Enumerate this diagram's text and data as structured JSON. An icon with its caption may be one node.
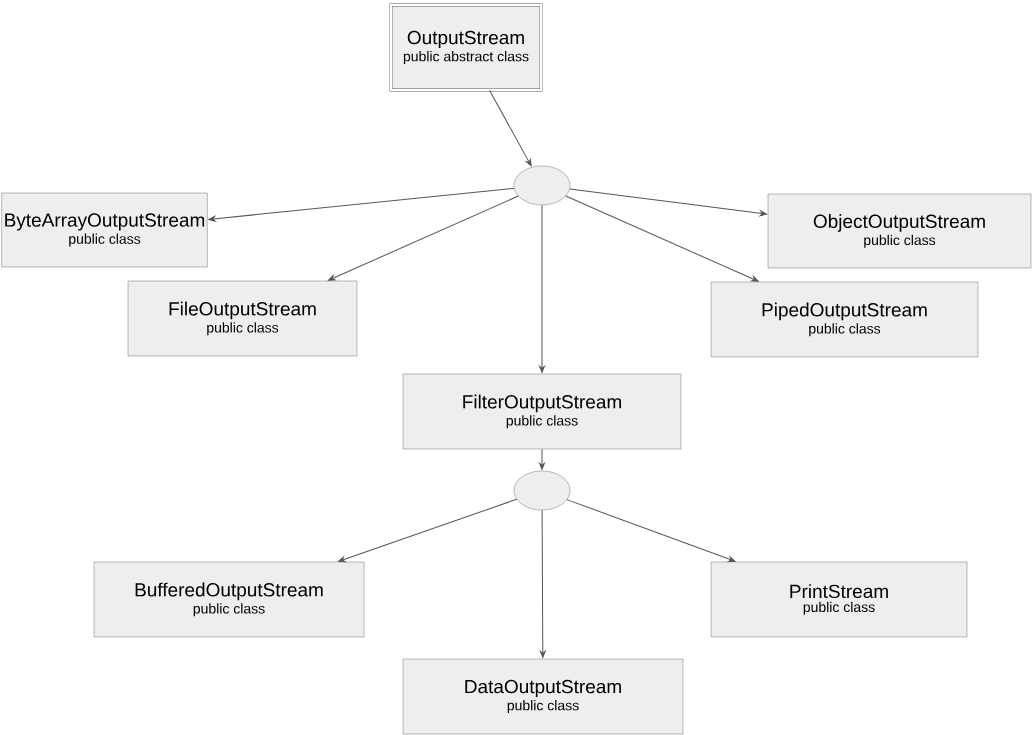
{
  "diagram": {
    "nodes": [
      {
        "text": [
          "OutputStream",
          "public abstract class"
        ]
      },
      {
        "text": [],
        "shape": "circle"
      },
      {
        "text": [
          "ByteArrayOutputStream",
          "public class"
        ]
      },
      {
        "text": [
          "ObjectOutputStream",
          "public class"
        ]
      },
      {
        "text": [
          "FileOutputStream",
          "public class"
        ]
      },
      {
        "text": [
          "PipedOutputStream",
          "public class"
        ]
      },
      {
        "text": [
          "FilterOutputStream",
          "public class"
        ]
      },
      {
        "text": [],
        "shape": "circle"
      },
      {
        "text": [
          "BufferedOutputStream",
          "public class"
        ]
      },
      {
        "text": [
          "PrintStream",
          "public class"
        ]
      },
      {
        "text": [
          "DataOutputStream",
          "public class"
        ]
      }
    ],
    "edges": [
      {
        "from": 0,
        "to": 1,
        "arrow": "to"
      },
      {
        "from": 1,
        "to": 2,
        "arrow": "to"
      },
      {
        "from": 1,
        "to": 3,
        "arrow": "to"
      },
      {
        "from": 1,
        "to": 4,
        "arrow": "to"
      },
      {
        "from": 1,
        "to": 5,
        "arrow": "to"
      },
      {
        "from": 1,
        "to": 6,
        "arrow": "to"
      },
      {
        "from": 6,
        "to": 7,
        "arrow": "to"
      },
      {
        "from": 7,
        "to": 8,
        "arrow": "to"
      },
      {
        "from": 7,
        "to": 10,
        "arrow": "to"
      },
      {
        "from": 7,
        "to": 9,
        "arrow": "to"
      }
    ]
  }
}
